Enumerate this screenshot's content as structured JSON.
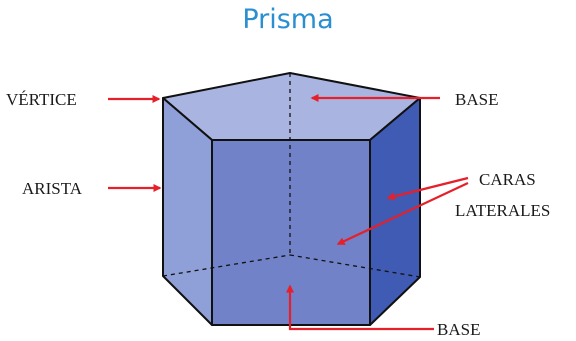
{
  "title": "Prisma",
  "labels": {
    "vertex": "VÉRTICE",
    "edge": "ARISTA",
    "base_top": "BASE",
    "lateral_faces_line1": "CARAS",
    "lateral_faces_line2": "LATERALES",
    "base_bottom": "BASE"
  },
  "colors": {
    "title": "#2a8fd0",
    "arrow": "#e5202a",
    "top_face": "#a9b4e0",
    "left_face": "#8f9fd8",
    "front_face": "#7182c8",
    "right_face": "#3f5bb3",
    "edge": "#111111"
  }
}
